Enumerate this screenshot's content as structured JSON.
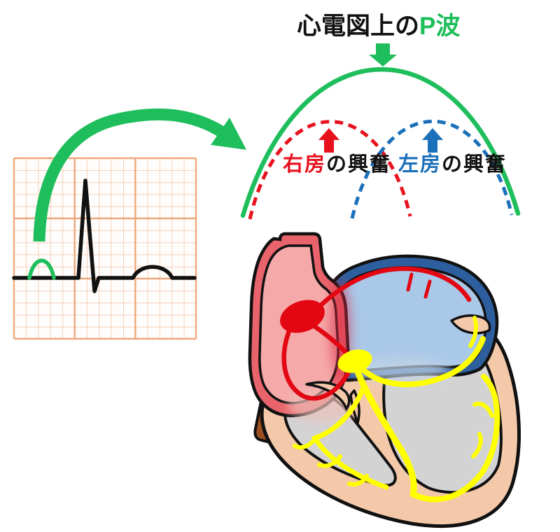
{
  "title": {
    "prefix": "心電図上の",
    "highlight": "P波"
  },
  "annotations": {
    "right_atrium": {
      "term": "右房",
      "suffix": "の興奮"
    },
    "left_atrium": {
      "term": "左房",
      "suffix": "の興奮"
    }
  },
  "icons": {
    "down_arrow": "green-down-arrow",
    "curved_arrow": "green-curved-arrow",
    "ra_up_arrow": "red-up-arrow",
    "la_up_arrow": "blue-up-arrow"
  },
  "colors": {
    "green": "#1ebe5c",
    "red": "#e8111e",
    "blue": "#1c70ba",
    "black": "#111111",
    "ecg_grid": "#f2bf9d",
    "ecg_grid_major": "#eda87c",
    "ecg_trace": "#111111",
    "ra_wall": "#e8636b",
    "ra_chamber": "#f5a9a9",
    "la_wall": "#2d5f9e",
    "la_chamber": "#aac8e8",
    "ventricle_wall": "#f4c9a9",
    "ventricle_chamber": "#d3d3d3",
    "atrial_conduction": "#e30613",
    "ventricular_conduction": "#ffff00",
    "vena_cava": "#9d4f20"
  }
}
